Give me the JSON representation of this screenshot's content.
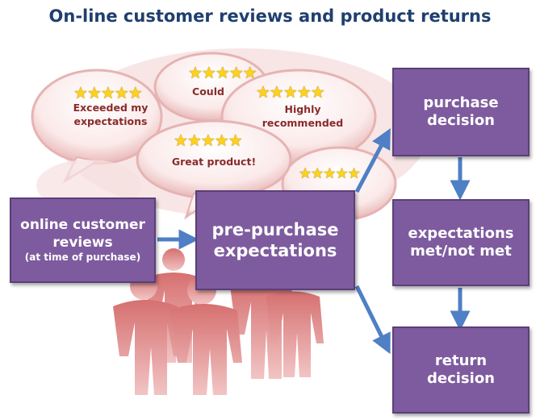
{
  "title": "On-line customer reviews and product returns",
  "bubbles": [
    {
      "id": "exceeded",
      "stars": "★★★★★",
      "text": "Exceeded my expectations"
    },
    {
      "id": "could",
      "stars": "★★★★★",
      "text": "Could"
    },
    {
      "id": "highly",
      "stars": "★★★★★",
      "text": "Highly recommended"
    },
    {
      "id": "great",
      "stars": "★★★★★",
      "text": "Great product!"
    },
    {
      "id": "extra",
      "stars": "★★★★★",
      "text": ""
    }
  ],
  "boxes": {
    "online_reviews": {
      "line1": "online customer",
      "line2": "reviews",
      "note": "(at time of purchase)"
    },
    "pre_purchase": {
      "line1": "pre-purchase",
      "line2": "expectations"
    },
    "purchase": {
      "line1": "purchase",
      "line2": "decision"
    },
    "expectations": {
      "line1": "expectations",
      "line2": "met/not met"
    },
    "return": {
      "line1": "return",
      "line2": "decision"
    }
  },
  "colors": {
    "box": "#7e5b9f",
    "arrow": "#4f7fc4",
    "title": "#1f3f6e",
    "figure": "#c25757",
    "star": "#ffd21a"
  },
  "icons": [
    "star-icon",
    "people-icon",
    "speech-bubble-icon",
    "arrow-icon"
  ]
}
